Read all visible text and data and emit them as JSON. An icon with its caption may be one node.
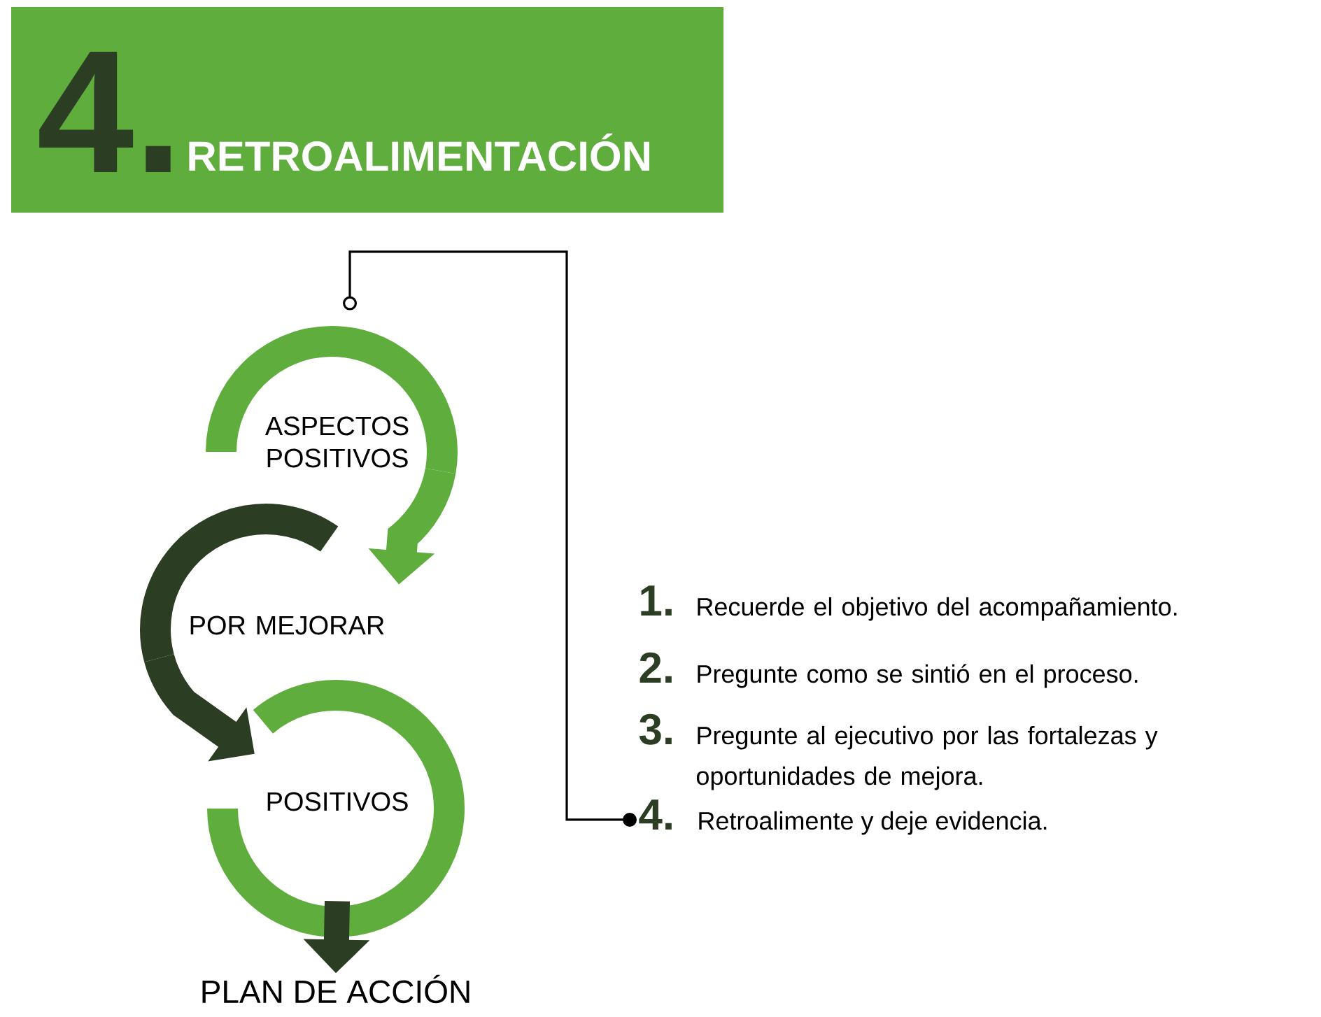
{
  "diagram": {
    "nodes": [
      {
        "text": [
          "4.",
          "RETROALIMENTACIÓN"
        ]
      },
      {
        "text": [
          "ASPECTOS POSITIVOS"
        ]
      },
      {
        "text": [
          "POR MEJORAR"
        ]
      },
      {
        "text": [
          "POSITIVOS"
        ]
      },
      {
        "text": [
          "PLAN DE ACCIÓN"
        ]
      },
      {
        "text": [
          "4.",
          "Retroalimente y deje evidencia."
        ]
      }
    ],
    "edges": [
      {
        "from": 1,
        "to": 2,
        "arrow": "to",
        "color": "#5fad3d"
      },
      {
        "from": 2,
        "to": 3,
        "arrow": "to",
        "color": "#2b3d22"
      },
      {
        "from": 3,
        "to": 4,
        "arrow": "to",
        "color": "#2b3d22"
      },
      {
        "from": 1,
        "to": 5,
        "arrow": "other"
      }
    ],
    "labels": [
      "1.",
      "Recuerde el objetivo del acompañamiento.",
      "2.",
      "Pregunte como se sintió en el proceso.",
      "3.",
      "Pregunte al ejecutivo por las fortalezas y oportunidades de mejora."
    ]
  }
}
